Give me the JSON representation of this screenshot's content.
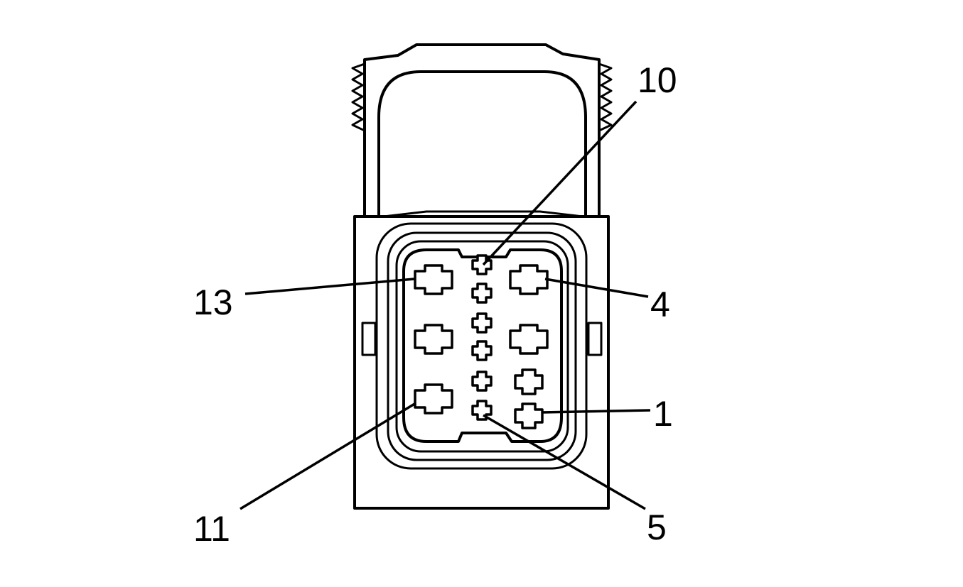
{
  "callouts": [
    {
      "id": "pin-10",
      "label": "10"
    },
    {
      "id": "pin-13",
      "label": "13"
    },
    {
      "id": "pin-4",
      "label": "4"
    },
    {
      "id": "pin-1",
      "label": "1"
    },
    {
      "id": "pin-11",
      "label": "11"
    },
    {
      "id": "pin-5",
      "label": "5"
    }
  ]
}
